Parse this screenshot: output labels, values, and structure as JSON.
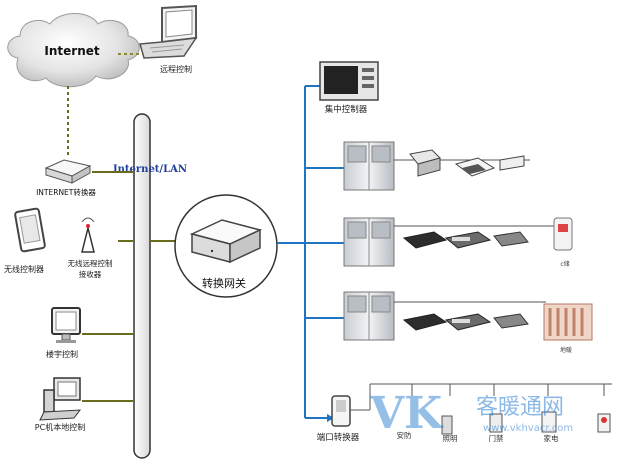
{
  "cloud": {
    "label": "Internet"
  },
  "remote": {
    "label": "远程控制"
  },
  "converter": {
    "label": "INTERNET转换器"
  },
  "bus": {
    "label": "Internet/LAN"
  },
  "wireless_ctrl": {
    "label": "无线控制器"
  },
  "wireless_rx": {
    "line1": "无线远程控制",
    "line2": "接收器"
  },
  "building": {
    "label": "楼宇控制"
  },
  "pc": {
    "label": "PC机本地控制"
  },
  "gateway": {
    "label": "转换网关"
  },
  "central": {
    "label": "集中控制器"
  },
  "port": {
    "label": "端口转换器"
  },
  "row2_tag": {
    "label": "c储"
  },
  "row3_tag": {
    "label": "地暖"
  },
  "bottom_labels": [
    "安防",
    "照明",
    "门禁",
    "家电"
  ],
  "watermark": {
    "v": "V",
    "k": "K",
    "brand": "客暖通网",
    "url": "www.vkhvacr.com"
  },
  "colors": {
    "bus_green": "#6b6b1e",
    "dash_green": "#8a8a2a",
    "blue": "#1f74c4",
    "brand": "#2a7ed0"
  }
}
